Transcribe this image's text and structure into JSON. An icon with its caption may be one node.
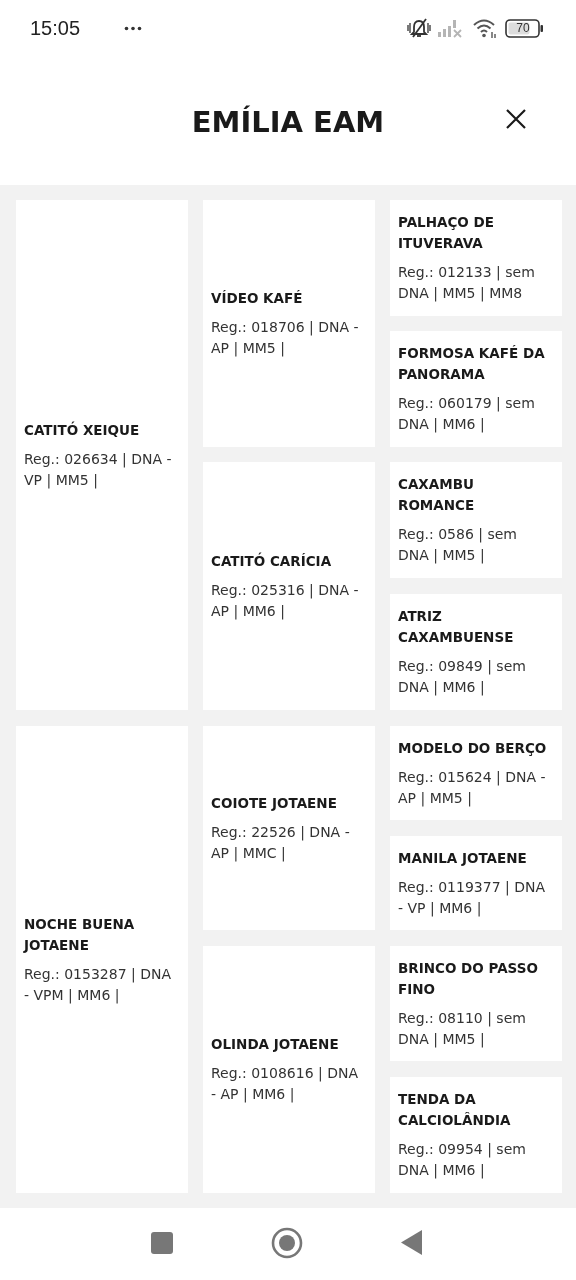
{
  "diagram": {
    "title": "EMÍLIA EAM",
    "nodes": [
      {
        "text": [
          "CATITÓ XEIQUE",
          "Reg.: 026634 | DNA - VP | MM5 |"
        ]
      },
      {
        "text": [
          "VÍDEO KAFÉ",
          "Reg.: 018706 | DNA - AP | MM5 |"
        ]
      },
      {
        "text": [
          "PALHAÇO DE ITUVERAVA",
          "Reg.: 012133 | sem DNA | MM5 | MM8"
        ]
      },
      {
        "text": [
          "FORMOSA KAFÉ DA PANORAMA",
          "Reg.: 060179 | sem DNA | MM6 |"
        ]
      },
      {
        "text": [
          "CATITÓ CARÍCIA",
          "Reg.: 025316 | DNA - AP | MM6 |"
        ]
      },
      {
        "text": [
          "CAXAMBU ROMANCE",
          "Reg.: 0586 | sem DNA | MM5 |"
        ]
      },
      {
        "text": [
          "ATRIZ CAXAMBUENSE",
          "Reg.: 09849 | sem DNA | MM6 |"
        ]
      },
      {
        "text": [
          "NOCHE BUENA JOTAENE",
          "Reg.: 0153287 | DNA - VPM | MM6 |"
        ]
      },
      {
        "text": [
          "COIOTE JOTAENE",
          "Reg.: 22526 | DNA - AP | MMC |"
        ]
      },
      {
        "text": [
          "MODELO DO BERÇO",
          "Reg.: 015624 | DNA - AP | MM5 |"
        ]
      },
      {
        "text": [
          "MANILA JOTAENE",
          "Reg.: 0119377 | DNA - VP | MM6 |"
        ]
      },
      {
        "text": [
          "OLINDA JOTAENE",
          "Reg.: 0108616 | DNA - AP | MM6 |"
        ]
      },
      {
        "text": [
          "BRINCO DO PASSO FINO",
          "Reg.: 08110 | sem DNA | MM5 |"
        ]
      },
      {
        "text": [
          "TENDA DA CALCIOLÂNDIA",
          "Reg.: 09954 | sem DNA | MM6 |"
        ]
      }
    ],
    "labels": [
      "15:05",
      "70"
    ]
  }
}
